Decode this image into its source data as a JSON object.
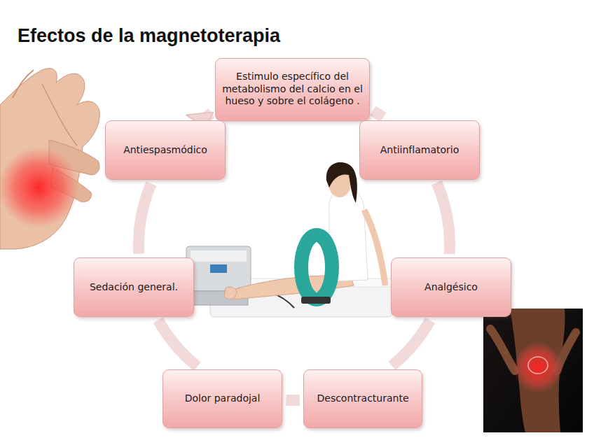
{
  "diagram": {
    "title": "Efectos de la magnetoterapia",
    "nodes": [
      {
        "text": [
          "Estimulo específico del metabolismo del calcio en el hueso y sobre el colágeno ."
        ]
      },
      {
        "text": [
          "Antiinflamatorio"
        ]
      },
      {
        "text": [
          "Analgésico"
        ]
      },
      {
        "text": [
          "Descontracturante"
        ]
      },
      {
        "text": [
          "Dolor paradojal"
        ]
      },
      {
        "text": [
          "Sedación general."
        ]
      },
      {
        "text": [
          "Antiespasmódico"
        ]
      }
    ],
    "edges": [
      {
        "from": 0,
        "to": 1,
        "arrow": "none"
      },
      {
        "from": 1,
        "to": 2,
        "arrow": "none"
      },
      {
        "from": 2,
        "to": 3,
        "arrow": "none"
      },
      {
        "from": 3,
        "to": 4,
        "arrow": "none"
      },
      {
        "from": 4,
        "to": 5,
        "arrow": "none"
      },
      {
        "from": 5,
        "to": 6,
        "arrow": "none"
      },
      {
        "from": 6,
        "to": 0,
        "arrow": "to"
      }
    ]
  }
}
